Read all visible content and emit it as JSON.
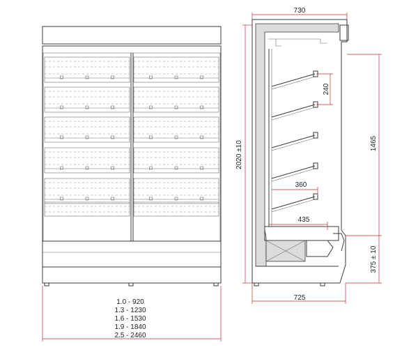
{
  "front_view": {
    "size_table": [
      "1.0 - 920",
      "1.3 - 1230",
      "1.6 - 1530",
      "1.9 - 1840",
      "2.5 - 2460"
    ]
  },
  "side_view": {
    "dimensions": {
      "top_depth": "730",
      "bottom_depth": "725",
      "overall_height": "2020 ±10",
      "display_height": "1465",
      "base_height": "375 ± 10",
      "shelf_spacing": "240",
      "shelf_depth_upper": "360",
      "shelf_depth_lower": "435"
    }
  },
  "colors": {
    "dimension_line": "#c0303a",
    "outline": "#3a3a3a",
    "insulation": "#dcdcdc"
  }
}
